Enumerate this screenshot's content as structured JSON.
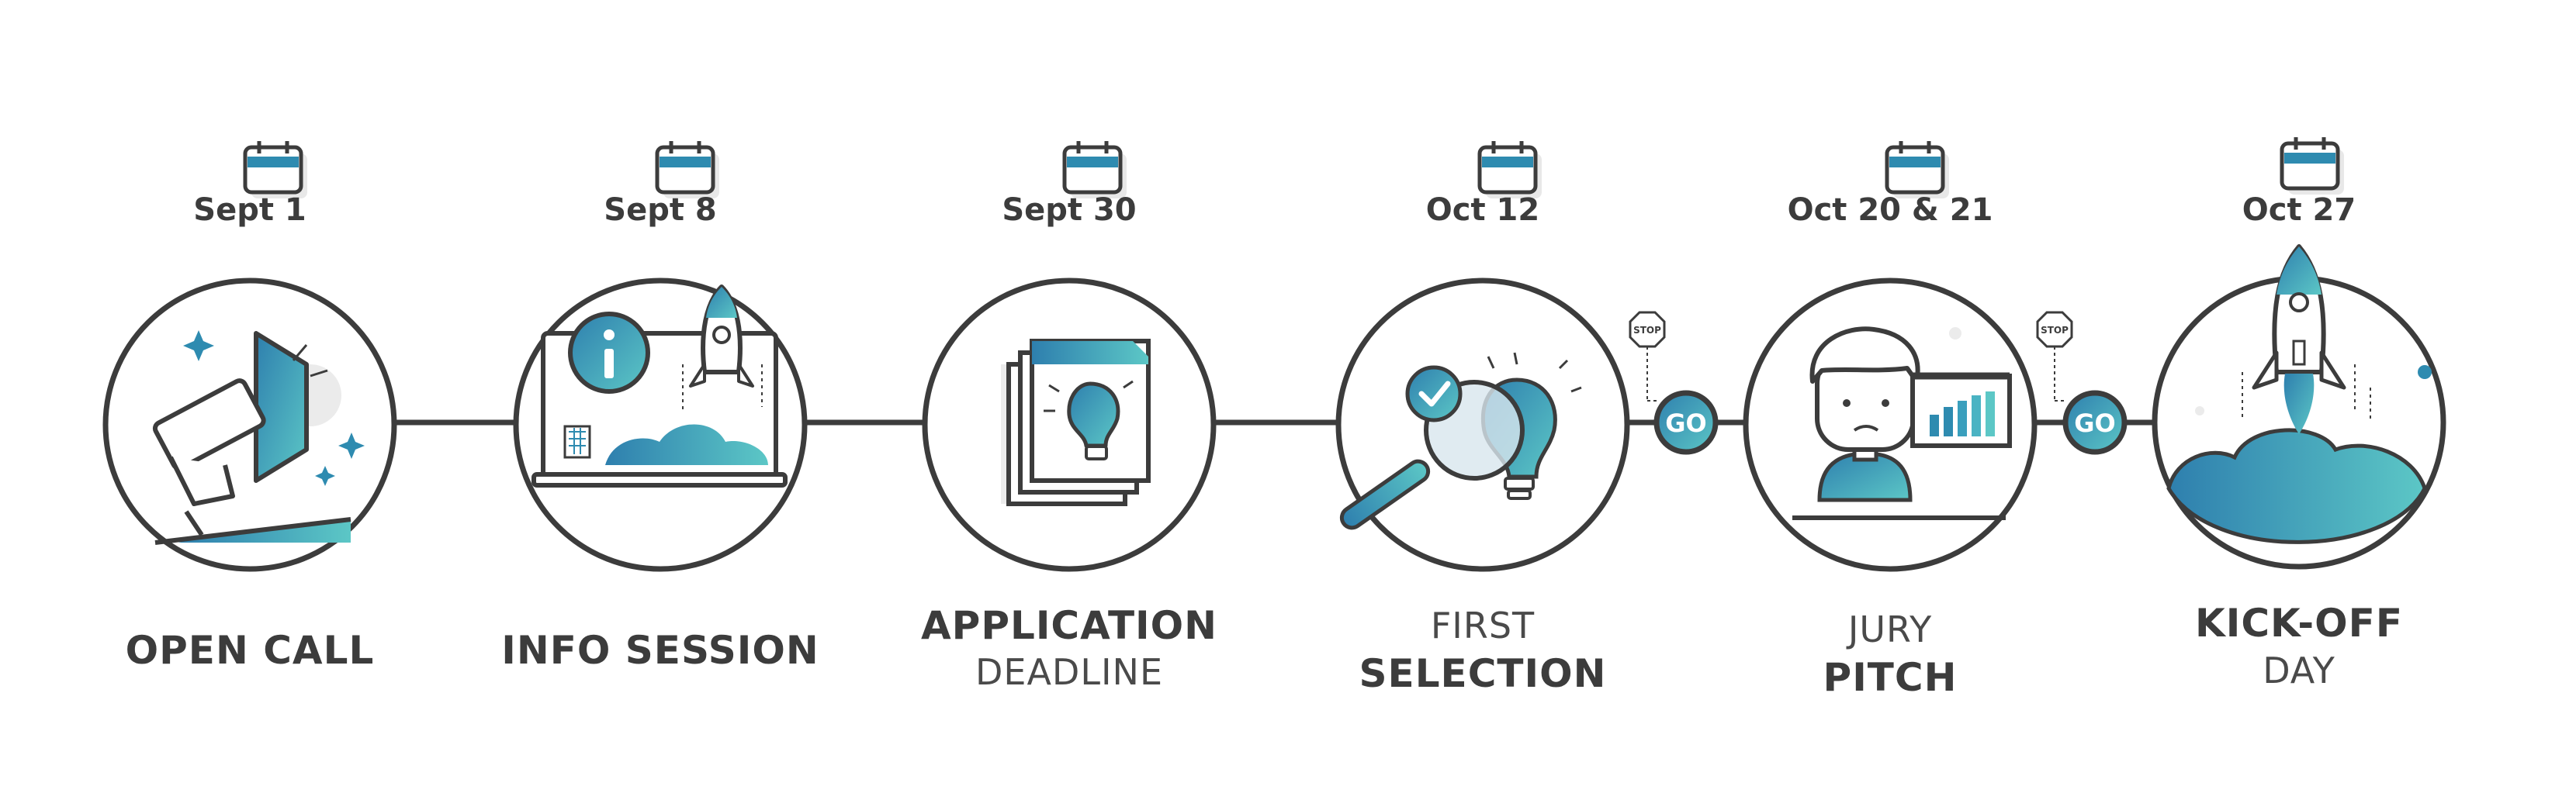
{
  "stages": [
    {
      "date": "Sept 1",
      "line1": "OPEN CALL",
      "line1_weight": "bold",
      "line2": "",
      "line2_weight": "",
      "icon": "megaphone-icon"
    },
    {
      "date": "Sept 8",
      "line1": "INFO SESSION",
      "line1_weight": "bold",
      "line2": "",
      "line2_weight": "",
      "icon": "laptop-rocket-icon"
    },
    {
      "date": "Sept 30",
      "line1": "APPLICATION",
      "line1_weight": "bold",
      "line2": "DEADLINE",
      "line2_weight": "light",
      "icon": "documents-bulb-icon"
    },
    {
      "date": "Oct 12",
      "line1": "FIRST",
      "line1_weight": "light",
      "line2": "SELECTION",
      "line2_weight": "bold",
      "icon": "magnifier-bulb-icon"
    },
    {
      "date": "Oct 20 & 21",
      "line1": "JURY",
      "line1_weight": "light",
      "line2": "PITCH",
      "line2_weight": "bold",
      "icon": "presenter-chart-icon"
    },
    {
      "date": "Oct 27",
      "line1": "KICK-OFF",
      "line1_weight": "bold",
      "line2": "DAY",
      "line2_weight": "light",
      "icon": "rocket-launch-icon"
    }
  ],
  "gates": [
    {
      "go_label": "GO",
      "stop_label": "STOP"
    },
    {
      "go_label": "GO",
      "stop_label": "STOP"
    }
  ],
  "colors": {
    "outline": "#3c3c3c",
    "accent": "#2e8bb0",
    "accent_light": "#5cc3c6",
    "shadow": "#e6e6e6"
  }
}
